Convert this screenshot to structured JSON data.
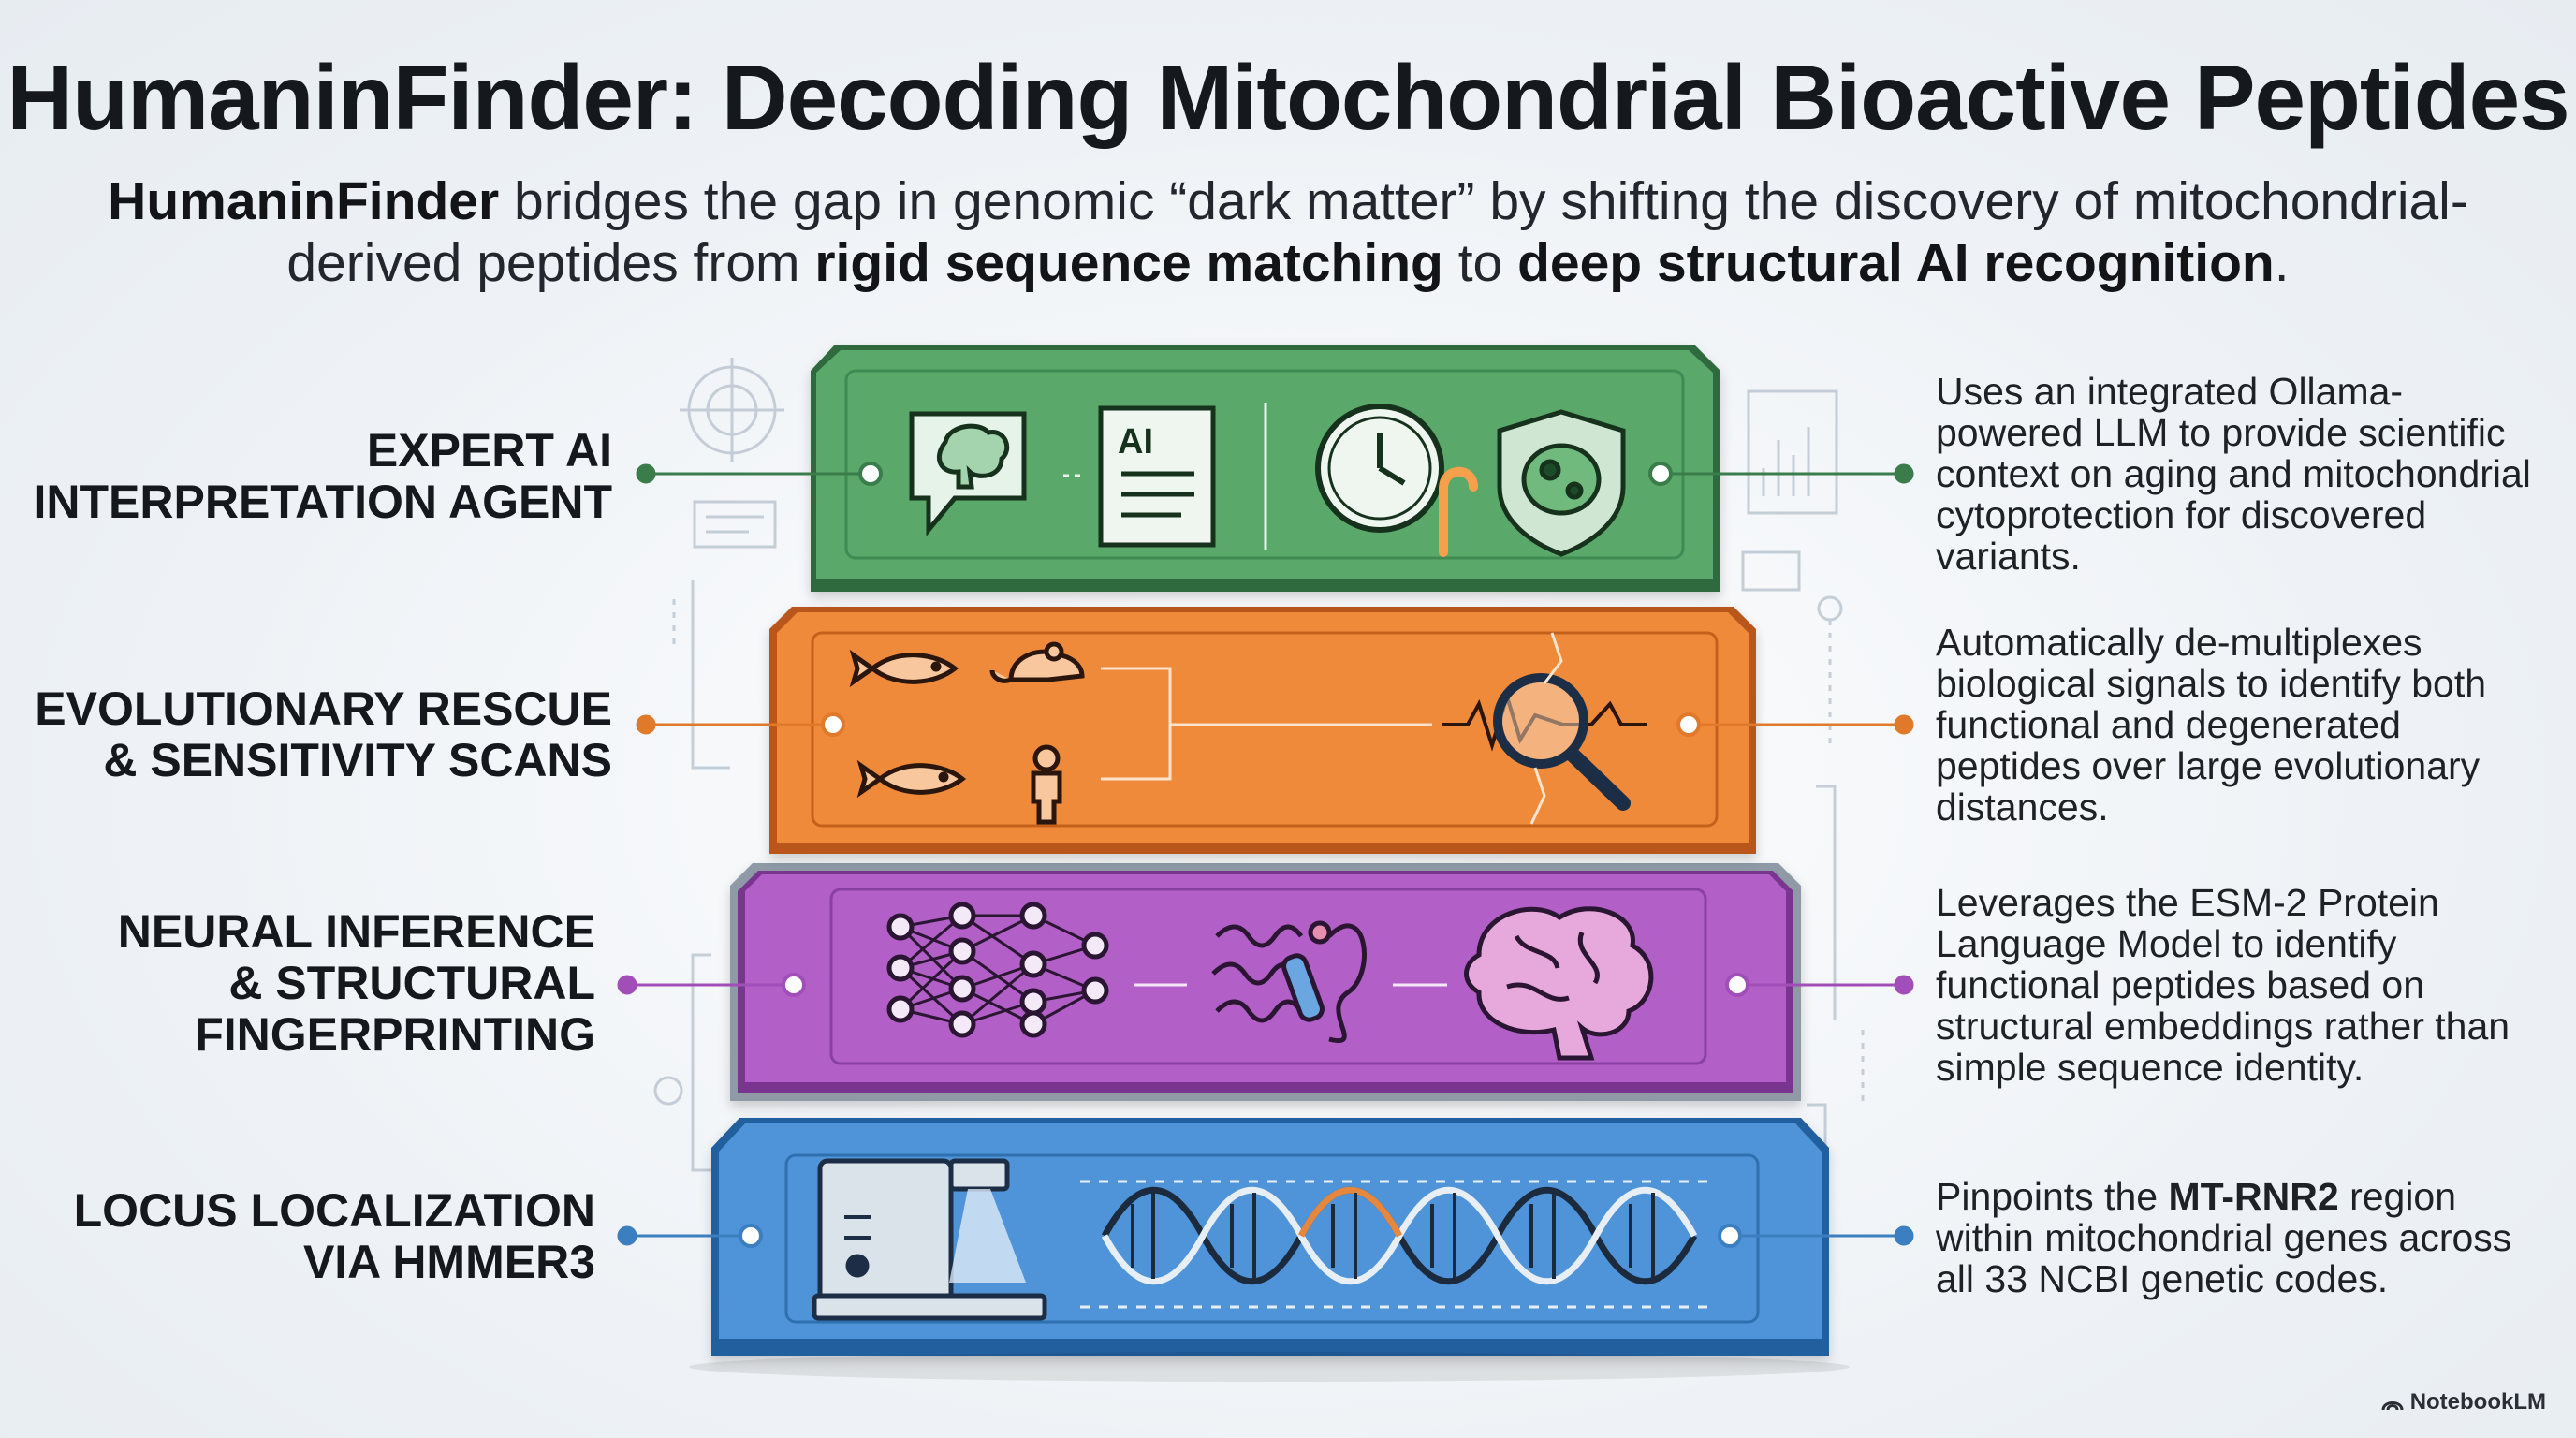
{
  "title": "HumaninFinder: Decoding Mitochondrial Bioactive Peptides",
  "subtitle": {
    "parts": [
      {
        "text": "HumaninFinder",
        "bold": true
      },
      {
        "text": " bridges the gap in genomic “dark matter” by shifting the discovery of mitochondrial-derived peptides from ",
        "bold": false
      },
      {
        "text": "rigid sequence matching",
        "bold": true
      },
      {
        "text": " to ",
        "bold": false
      },
      {
        "text": "deep structural AI recognition",
        "bold": true
      },
      {
        "text": ".",
        "bold": false
      }
    ]
  },
  "layers": [
    {
      "id": "expert-ai",
      "label_lines": [
        "EXPERT AI",
        "INTERPRETATION AGENT"
      ],
      "color": "#5aa86a",
      "dark": "#2e6b3c",
      "description": [
        {
          "text": "Uses an integrated Ollama-powered LLM to provide scientific context on aging and mitochondrial cytoprotection for discovered variants.",
          "bold": false
        }
      ],
      "icons": [
        "brain-chat-icon",
        "ai-document-icon",
        "clock-icon",
        "cane-icon",
        "shield-cell-icon"
      ],
      "icon_text": "AI"
    },
    {
      "id": "evolutionary-rescue",
      "label_lines": [
        "EVOLUTIONARY RESCUE",
        "& SENSITIVITY SCANS"
      ],
      "color": "#f08a3a",
      "dark": "#b8561b",
      "description": [
        {
          "text": "Automatically de-multiplexes biological signals to identify both functional and degenerated peptides over large evolutionary distances.",
          "bold": false
        }
      ],
      "icons": [
        "fish-icon",
        "mouse-icon",
        "fish-icon",
        "human-icon",
        "magnifier-signal-icon"
      ]
    },
    {
      "id": "neural-inference",
      "label_lines": [
        "NEURAL INFERENCE",
        "& STRUCTURAL",
        "FINGERPRINTING"
      ],
      "color": "#b25fc7",
      "dark": "#7a3590",
      "description": [
        {
          "text": "Leverages the ESM-2 Protein Language Model to identify functional peptides based on structural embeddings rather than simple sequence identity.",
          "bold": false
        }
      ],
      "icons": [
        "neural-network-icon",
        "protein-structure-icon",
        "brain-icon"
      ]
    },
    {
      "id": "locus-localization",
      "label_lines": [
        "LOCUS LOCALIZATION",
        "VIA HMMER3"
      ],
      "color": "#4f94d8",
      "dark": "#245f9f",
      "description": [
        {
          "text": "Pinpoints the ",
          "bold": false
        },
        {
          "text": "MT-RNR2",
          "bold": true
        },
        {
          "text": " region within mitochondrial genes across all 33 NCBI genetic codes.",
          "bold": false
        }
      ],
      "icons": [
        "sequencer-icon",
        "dna-helix-icon"
      ]
    }
  ],
  "brand": "NotebookLM",
  "brand_icon": "notebooklm-logo-icon"
}
